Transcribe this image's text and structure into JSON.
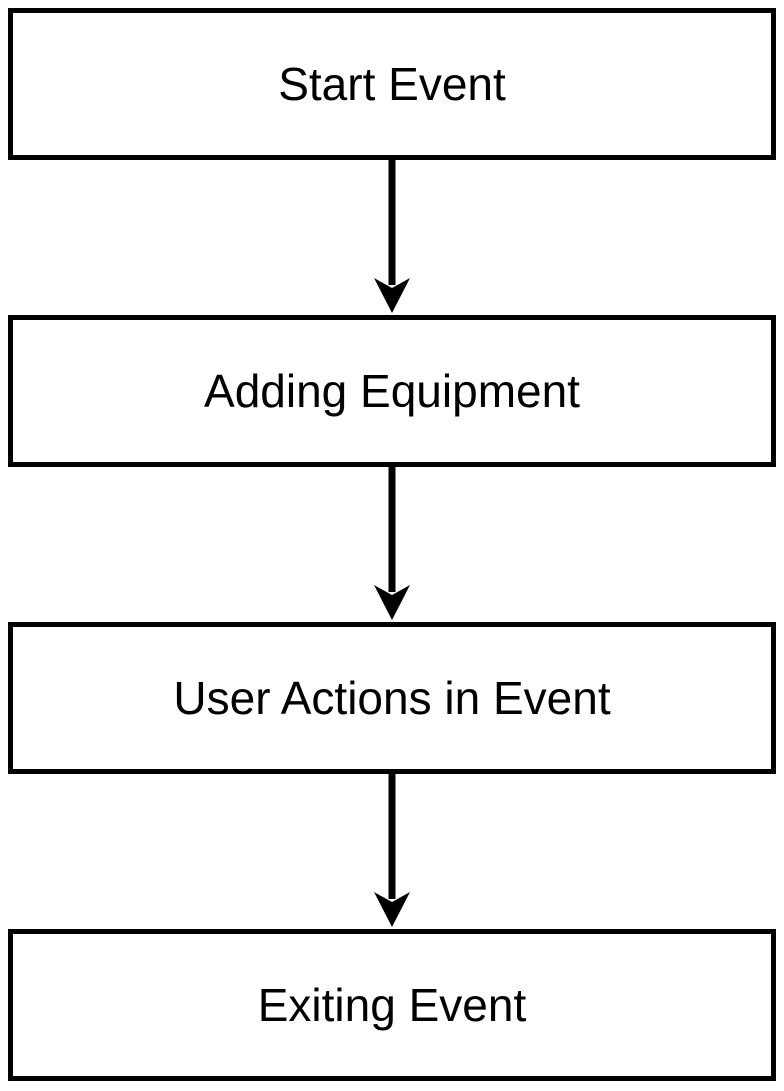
{
  "flowchart": {
    "steps": [
      {
        "label": "Start Event"
      },
      {
        "label": "Adding Equipment"
      },
      {
        "label": "User Actions in Event"
      },
      {
        "label": "Exiting Event"
      }
    ],
    "colors": {
      "stroke": "#000000",
      "fill": "#ffffff",
      "text": "#000000"
    }
  }
}
